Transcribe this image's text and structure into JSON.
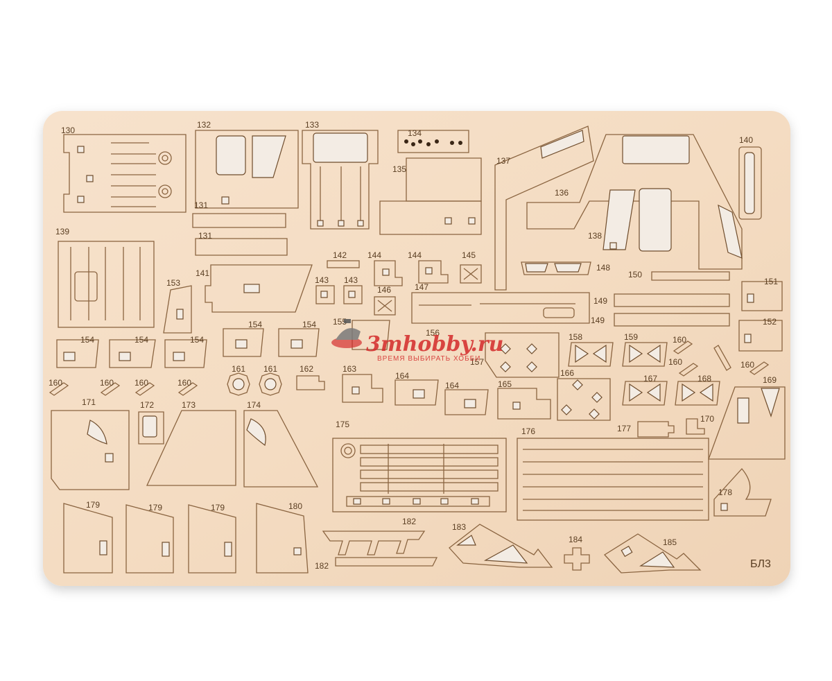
{
  "sheet": {
    "code": "БЛ3",
    "colors": {
      "wood": "#f4dcc2",
      "cut": "#8a6440",
      "background": "#ffffff"
    }
  },
  "part_labels": [
    "130",
    "131",
    "131",
    "132",
    "133",
    "134",
    "135",
    "136",
    "137",
    "138",
    "139",
    "140",
    "141",
    "142",
    "143",
    "143",
    "144",
    "144",
    "145",
    "146",
    "147",
    "148",
    "149",
    "149",
    "150",
    "151",
    "152",
    "153",
    "154",
    "154",
    "154",
    "154",
    "154",
    "155",
    "156",
    "157",
    "158",
    "159",
    "160",
    "160",
    "160",
    "160",
    "160",
    "160",
    "160",
    "161",
    "161",
    "162",
    "163",
    "164",
    "164",
    "165",
    "166",
    "167",
    "168",
    "169",
    "170",
    "171",
    "172",
    "173",
    "174",
    "175",
    "176",
    "177",
    "178",
    "179",
    "179",
    "179",
    "180",
    "182",
    "182",
    "183",
    "184",
    "185"
  ],
  "watermark": {
    "brand": "3mhobby.ru",
    "tagline": "ВРЕМЯ ВЫБИРАТЬ ХОББИ",
    "icon": "cap-logo-icon",
    "accent": "#d42a2a"
  }
}
